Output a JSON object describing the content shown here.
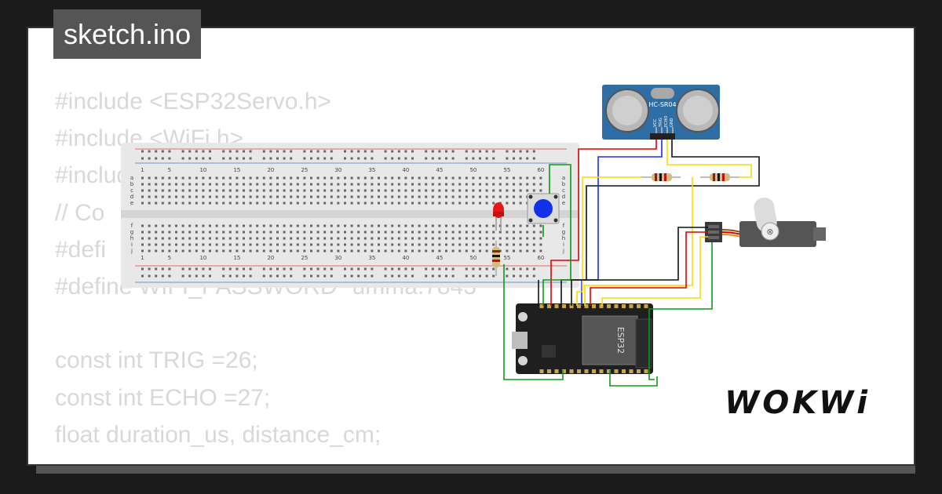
{
  "file_tab": {
    "label": "sketch.ino"
  },
  "code_lines": [
    "#include <ESP32Servo.h>",
    "#include <WiFi.h>",
    "#include",
    "// Co",
    "#defi",
    "#define WIFI_PASSWORD \"umma.7843\"",
    "",
    "const int TRIG =26;",
    "const int ECHO =27;",
    "float duration_us, distance_cm;",
    ""
  ],
  "parts": {
    "sensor": {
      "label": "HC-SR04",
      "pins": [
        "VCC",
        "TRIG",
        "ECHO",
        "GND"
      ]
    },
    "mcu": {
      "label": "ESP32"
    },
    "breadboard": {
      "column_numbers": [
        "1",
        "5",
        "10",
        "15",
        "20",
        "25",
        "30",
        "35",
        "40",
        "45",
        "50",
        "55",
        "60"
      ],
      "row_letters_top": [
        "a",
        "b",
        "c",
        "d",
        "e"
      ],
      "row_letters_bottom": [
        "f",
        "g",
        "h",
        "i",
        "j"
      ]
    }
  },
  "brand": {
    "logo_text": "WOKWi"
  },
  "colors": {
    "wire_red": "#e00000",
    "wire_black": "#111111",
    "wire_blue": "#1a2ef0",
    "wire_green": "#0a9a16",
    "wire_yellow": "#ffd700",
    "sensor_body": "#2f6ea5",
    "button_cap": "#1230e8",
    "led_red": "#e81515"
  }
}
